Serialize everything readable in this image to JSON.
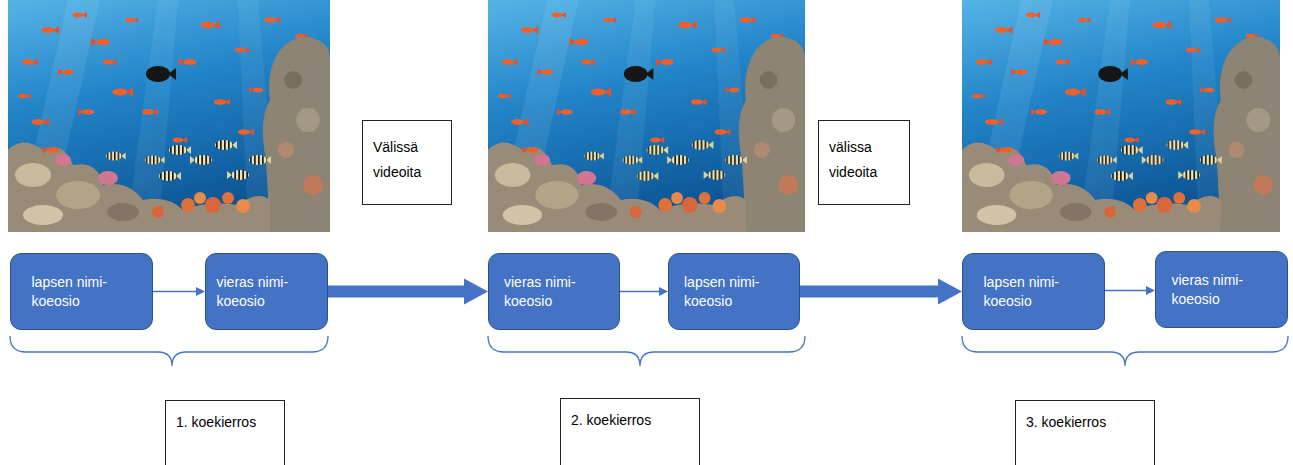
{
  "diagram": {
    "nodes": [
      {
        "text": [
          "lapsen nimi-koeosio"
        ]
      },
      {
        "text": [
          "vieras nimi-koeosio"
        ]
      },
      {
        "text": [
          "1. koekierros"
        ]
      },
      {
        "text": [
          "Välissä videoita"
        ]
      },
      {
        "text": [
          "vieras nimi-koeosio"
        ]
      },
      {
        "text": [
          "lapsen nimi-koeosio"
        ]
      },
      {
        "text": [
          "2. koekierros"
        ]
      },
      {
        "text": [
          "välissa videoita"
        ]
      },
      {
        "text": [
          "lapsen nimi-koeosio"
        ]
      },
      {
        "text": [
          "vieras nimi-koeosio"
        ]
      },
      {
        "text": [
          "3. koekierros"
        ]
      }
    ],
    "edges": [
      {
        "from": 0,
        "to": 1,
        "arrow": "to"
      },
      {
        "from": 1,
        "to": 4,
        "arrow": "to"
      },
      {
        "from": 4,
        "to": 5,
        "arrow": "to"
      },
      {
        "from": 5,
        "to": 8,
        "arrow": "to"
      },
      {
        "from": 8,
        "to": 9,
        "arrow": "to"
      }
    ]
  }
}
